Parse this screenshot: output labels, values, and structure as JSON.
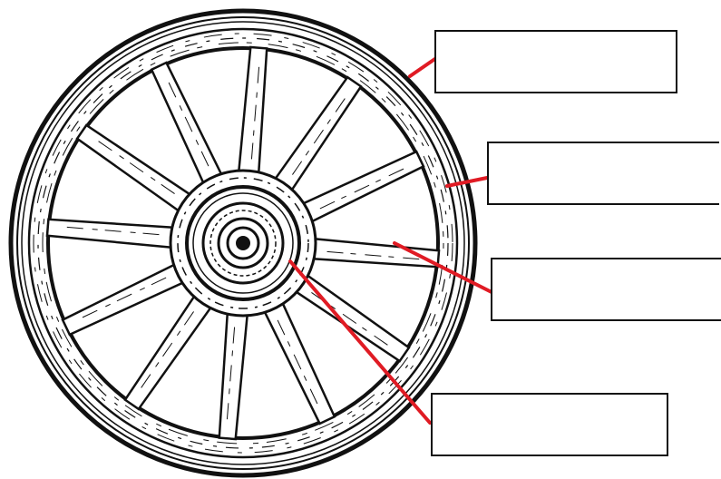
{
  "diagram": {
    "subject": "wagon wheel",
    "spoke_count": 12,
    "labels": [
      {
        "id": "label-1",
        "text": ""
      },
      {
        "id": "label-2",
        "text": ""
      },
      {
        "id": "label-3",
        "text": ""
      },
      {
        "id": "label-4",
        "text": ""
      }
    ],
    "colors": {
      "line": "#111111",
      "leader": "#e01b24",
      "background": "#ffffff"
    }
  }
}
